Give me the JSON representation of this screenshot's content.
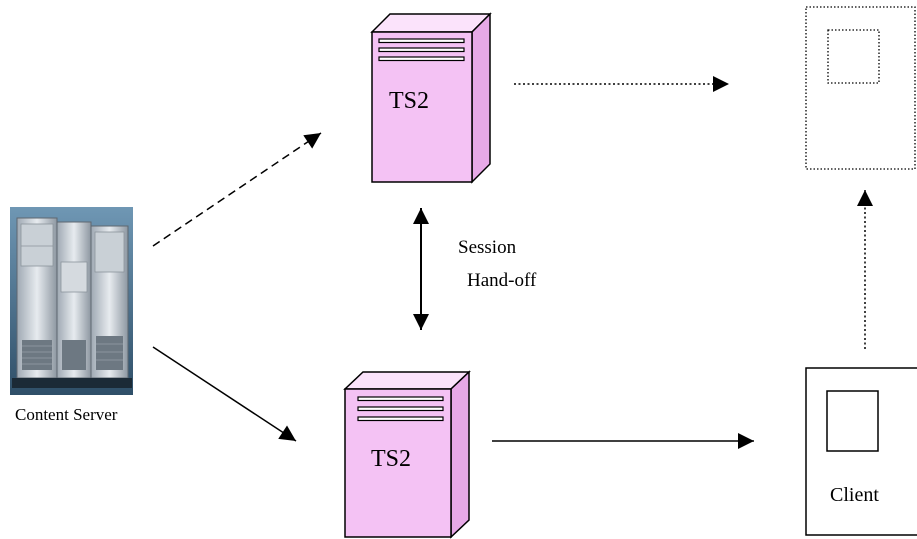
{
  "diagram": {
    "nodes": {
      "ts_top": {
        "label": "TS2",
        "icon": "tower-server-icon",
        "color": "#f4c2f4"
      },
      "ts_bottom": {
        "label": "TS2",
        "icon": "tower-server-icon",
        "color": "#f4c2f4"
      },
      "content_server": {
        "label": "Content Server",
        "icon": "server-rack-photo"
      },
      "client_top": {
        "label": "",
        "style": "dotted"
      },
      "client_bottom": {
        "label": "Client",
        "style": "solid"
      }
    },
    "edges": [
      {
        "from": "content_server",
        "to": "ts_top",
        "style": "dashed"
      },
      {
        "from": "content_server",
        "to": "ts_bottom",
        "style": "solid"
      },
      {
        "from": "ts_top",
        "to": "client_top",
        "style": "dotted"
      },
      {
        "from": "ts_bottom",
        "to": "client_bottom",
        "style": "solid"
      },
      {
        "from": "client_bottom",
        "to": "client_top",
        "style": "dotted"
      },
      {
        "from": "ts_top",
        "to": "ts_bottom",
        "style": "solid",
        "bidirectional": true,
        "label": "Session Hand-off"
      }
    ],
    "handoff_label": {
      "line1": "Session",
      "line2": "Hand-off"
    }
  }
}
